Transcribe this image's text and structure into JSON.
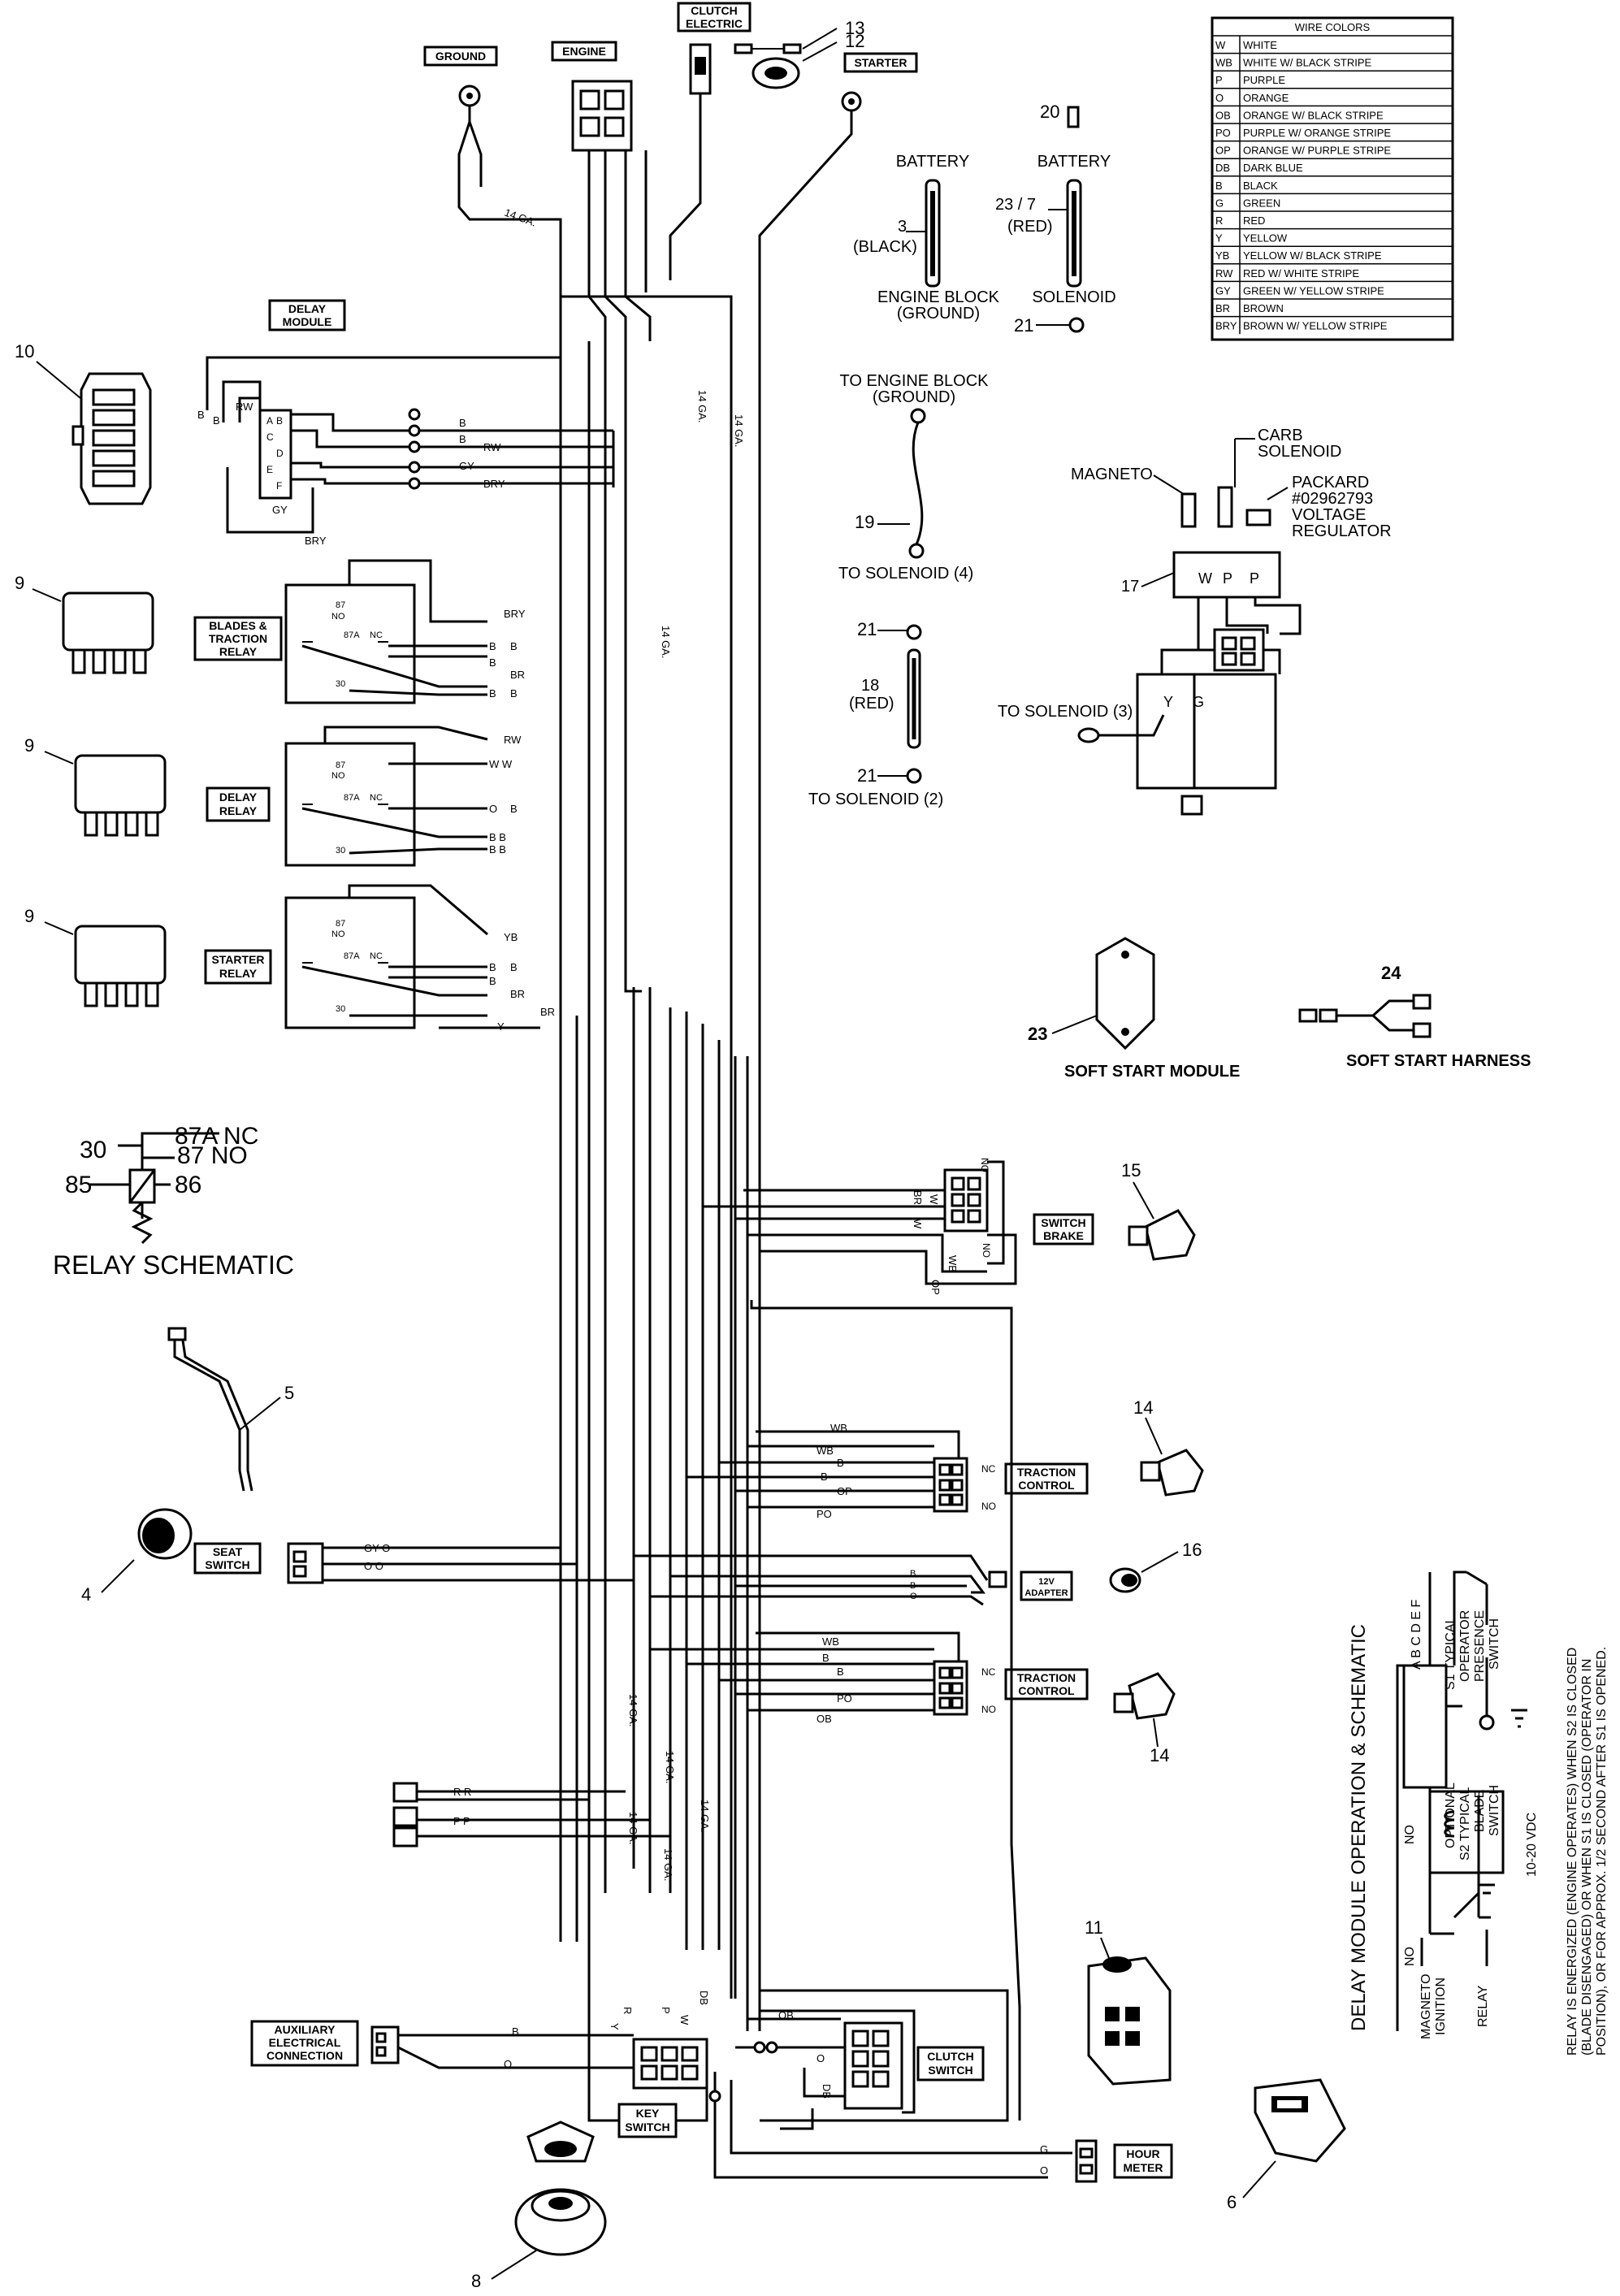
{
  "wire_colors": {
    "title": "WIRE COLORS",
    "rows": [
      {
        "code": "W",
        "name": "WHITE"
      },
      {
        "code": "WB",
        "name": "WHITE W/ BLACK STRIPE"
      },
      {
        "code": "P",
        "name": "PURPLE"
      },
      {
        "code": "O",
        "name": "ORANGE"
      },
      {
        "code": "OB",
        "name": "ORANGE W/ BLACK STRIPE"
      },
      {
        "code": "PO",
        "name": "PURPLE W/ ORANGE STRIPE"
      },
      {
        "code": "OP",
        "name": "ORANGE W/ PURPLE STRIPE"
      },
      {
        "code": "DB",
        "name": "DARK BLUE"
      },
      {
        "code": "B",
        "name": "BLACK"
      },
      {
        "code": "G",
        "name": "GREEN"
      },
      {
        "code": "R",
        "name": "RED"
      },
      {
        "code": "Y",
        "name": "YELLOW"
      },
      {
        "code": "YB",
        "name": "YELLOW W/ BLACK STRIPE"
      },
      {
        "code": "RW",
        "name": "RED W/ WHITE STRIPE"
      },
      {
        "code": "GY",
        "name": "GREEN W/ YELLOW STRIPE"
      },
      {
        "code": "BR",
        "name": "BROWN"
      },
      {
        "code": "BRY",
        "name": "BROWN W/ YELLOW STRIPE"
      }
    ]
  },
  "boxed_labels": {
    "ground": "GROUND",
    "engine": "ENGINE",
    "clutch_electric_1": "CLUTCH",
    "clutch_electric_2": "ELECTRIC",
    "starter": "STARTER",
    "delay_module_1": "DELAY",
    "delay_module_2": "MODULE",
    "blades_relay_1": "BLADES &",
    "blades_relay_2": "TRACTION",
    "blades_relay_3": "RELAY",
    "delay_relay_1": "DELAY",
    "delay_relay_2": "RELAY",
    "starter_relay_1": "STARTER",
    "starter_relay_2": "RELAY",
    "switch_brake_1": "SWITCH",
    "switch_brake_2": "BRAKE",
    "traction_control_1": "TRACTION",
    "traction_control_2": "CONTROL",
    "seat_switch_1": "SEAT",
    "seat_switch_2": "SWITCH",
    "adapter_1": "12V",
    "adapter_2": "ADAPTER",
    "aux_1": "AUXILIARY",
    "aux_2": "ELECTRICAL",
    "aux_3": "CONNECTION",
    "clutch_switch_1": "CLUTCH",
    "clutch_switch_2": "SWITCH",
    "key_switch_1": "KEY",
    "key_switch_2": "SWITCH",
    "hour_meter_1": "HOUR",
    "hour_meter_2": "METER"
  },
  "parts": {
    "battery_black": {
      "title": "BATTERY",
      "num": "3",
      "color": "(BLACK)",
      "dest_1": "ENGINE BLOCK",
      "dest_2": "(GROUND)"
    },
    "battery_red": {
      "title": "BATTERY",
      "num": "23 / 7",
      "color": "(RED)",
      "dest": "SOLENOID"
    },
    "cable_19": {
      "top_1": "TO ENGINE BLOCK",
      "top_2": "(GROUND)",
      "num": "19",
      "bottom": "TO SOLENOID (4)"
    },
    "cable_18": {
      "num": "18",
      "color": "(RED)",
      "bottom": "TO SOLENOID (2)"
    },
    "regulator": {
      "magneto": "MAGNETO",
      "carb_1": "CARB",
      "carb_2": "SOLENOID",
      "packard_1": "PACKARD",
      "packard_2": "#02962793",
      "packard_3": "VOLTAGE",
      "packard_4": "REGULATOR",
      "num": "17",
      "to_solenoid": "TO SOLENOID (3)"
    },
    "soft_start_module": {
      "num": "23",
      "label": "SOFT START MODULE"
    },
    "soft_start_harness": {
      "num": "24",
      "label": "SOFT START HARNESS"
    }
  },
  "item_numbers": {
    "n13": "13",
    "n12": "12",
    "n20": "20",
    "n21a": "21",
    "n21b": "21",
    "n21c": "21",
    "n10": "10",
    "n9a": "9",
    "n9b": "9",
    "n9c": "9",
    "n15": "15",
    "n14a": "14",
    "n14b": "14",
    "n16": "16",
    "n5": "5",
    "n4": "4",
    "n11": "11",
    "n6": "6",
    "n8": "8"
  },
  "relay_schematic": {
    "title": "RELAY SCHEMATIC",
    "pin_87a": "87A  NC",
    "pin_87": "87  NO",
    "pin_30": "30",
    "pin_85": "85",
    "pin_86": "86"
  },
  "delay_schematic": {
    "title": "DELAY MODULE OPERATION & SCHEMATIC",
    "pins": "A B C D E F",
    "s1_1": "S1 TYPICAL",
    "s1_2": "OPERATOR",
    "s1_3": "PRESENCE",
    "s1_4": "SWITCH",
    "s2_1": "OPTIONAL",
    "s2_2": "S2 TYPICAL",
    "s2_3": "BLADE",
    "s2_4": "SWITCH",
    "no_1": "NO",
    "no_2": "NO",
    "vdc": "10-20 VDC",
    "magneto_1": "MAGNETO",
    "magneto_2": "IGNITION",
    "relay": "RELAY",
    "desc_1": "RELAY IS ENERGIZED (ENGINE OPERATES) WHEN S2 IS CLOSED",
    "desc_2": "(BLADE DISENGAGED) OR WHEN S1 IS CLOSED (OPERATOR IN",
    "desc_3": "POSITION), OR FOR APPROX. 1/2 SECOND AFTER S1 IS OPENED."
  },
  "gauge": {
    "label": "14 GA."
  },
  "wire_labels": {
    "b": "B",
    "g": "G",
    "yb": "YB",
    "w": "W",
    "p": "P",
    "db": "DB",
    "r": "R",
    "y": "Y",
    "rw": "RW",
    "gy": "GY",
    "bry": "BRY",
    "br": "BR",
    "wb": "WB",
    "op": "OP",
    "po": "PO",
    "o": "O",
    "ob": "OB",
    "nc": "NC",
    "no": "NO",
    "ww": "W W",
    "bb": "B B",
    "rr": "R R",
    "pp": "P P",
    "oo": "O O",
    "gyo": "GY O"
  },
  "pin_labels": {
    "p87": "87",
    "p87a": "87A",
    "p30": "30",
    "p85": "85",
    "p86": "86",
    "nc": "NC",
    "no": "NO"
  },
  "module_pins": {
    "a": "A",
    "b": "B",
    "c": "C",
    "d": "D",
    "e": "E",
    "f": "F"
  }
}
